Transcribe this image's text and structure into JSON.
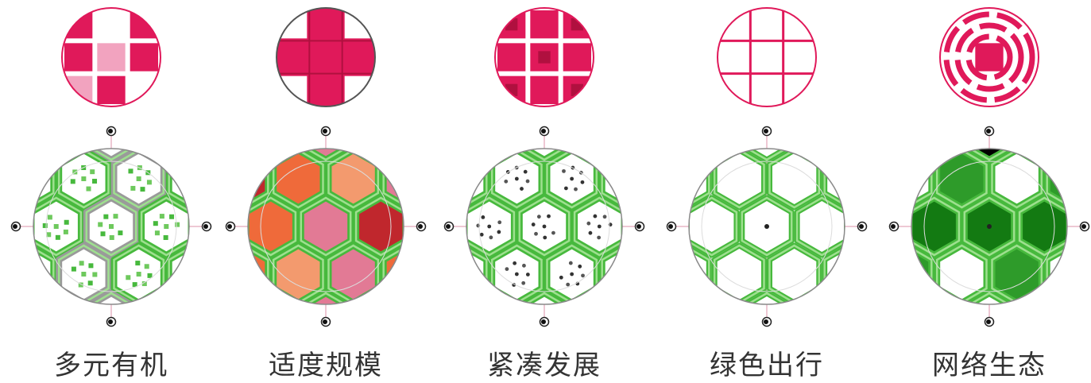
{
  "palette": {
    "pink": "#e0195a",
    "pink_dark": "#b0103f",
    "pink_light": "#f2a3bf",
    "green": "#47b93d",
    "green_light": "#9ee08f",
    "green_dark": "#137a12",
    "red": "#c0272d",
    "orange": "#ef6a3a",
    "rose": "#e27a95",
    "peach": "#f39a6e",
    "gray": "#9a9a9a"
  },
  "panels": [
    {
      "id": "diverse-organic",
      "label": "多元有机",
      "top_style": "checker",
      "bottom_style": "mixed"
    },
    {
      "id": "moderate-scale",
      "label": "适度规模",
      "top_style": "cross",
      "bottom_style": "warm"
    },
    {
      "id": "compact-development",
      "label": "紧凑发展",
      "top_style": "grid-dots",
      "bottom_style": "dots"
    },
    {
      "id": "green-travel",
      "label": "绿色出行",
      "top_style": "outline",
      "bottom_style": "outline"
    },
    {
      "id": "network-ecology",
      "label": "网络生态",
      "top_style": "arcs",
      "bottom_style": "ecology"
    }
  ],
  "icons": [
    "compass-marker-icon"
  ]
}
